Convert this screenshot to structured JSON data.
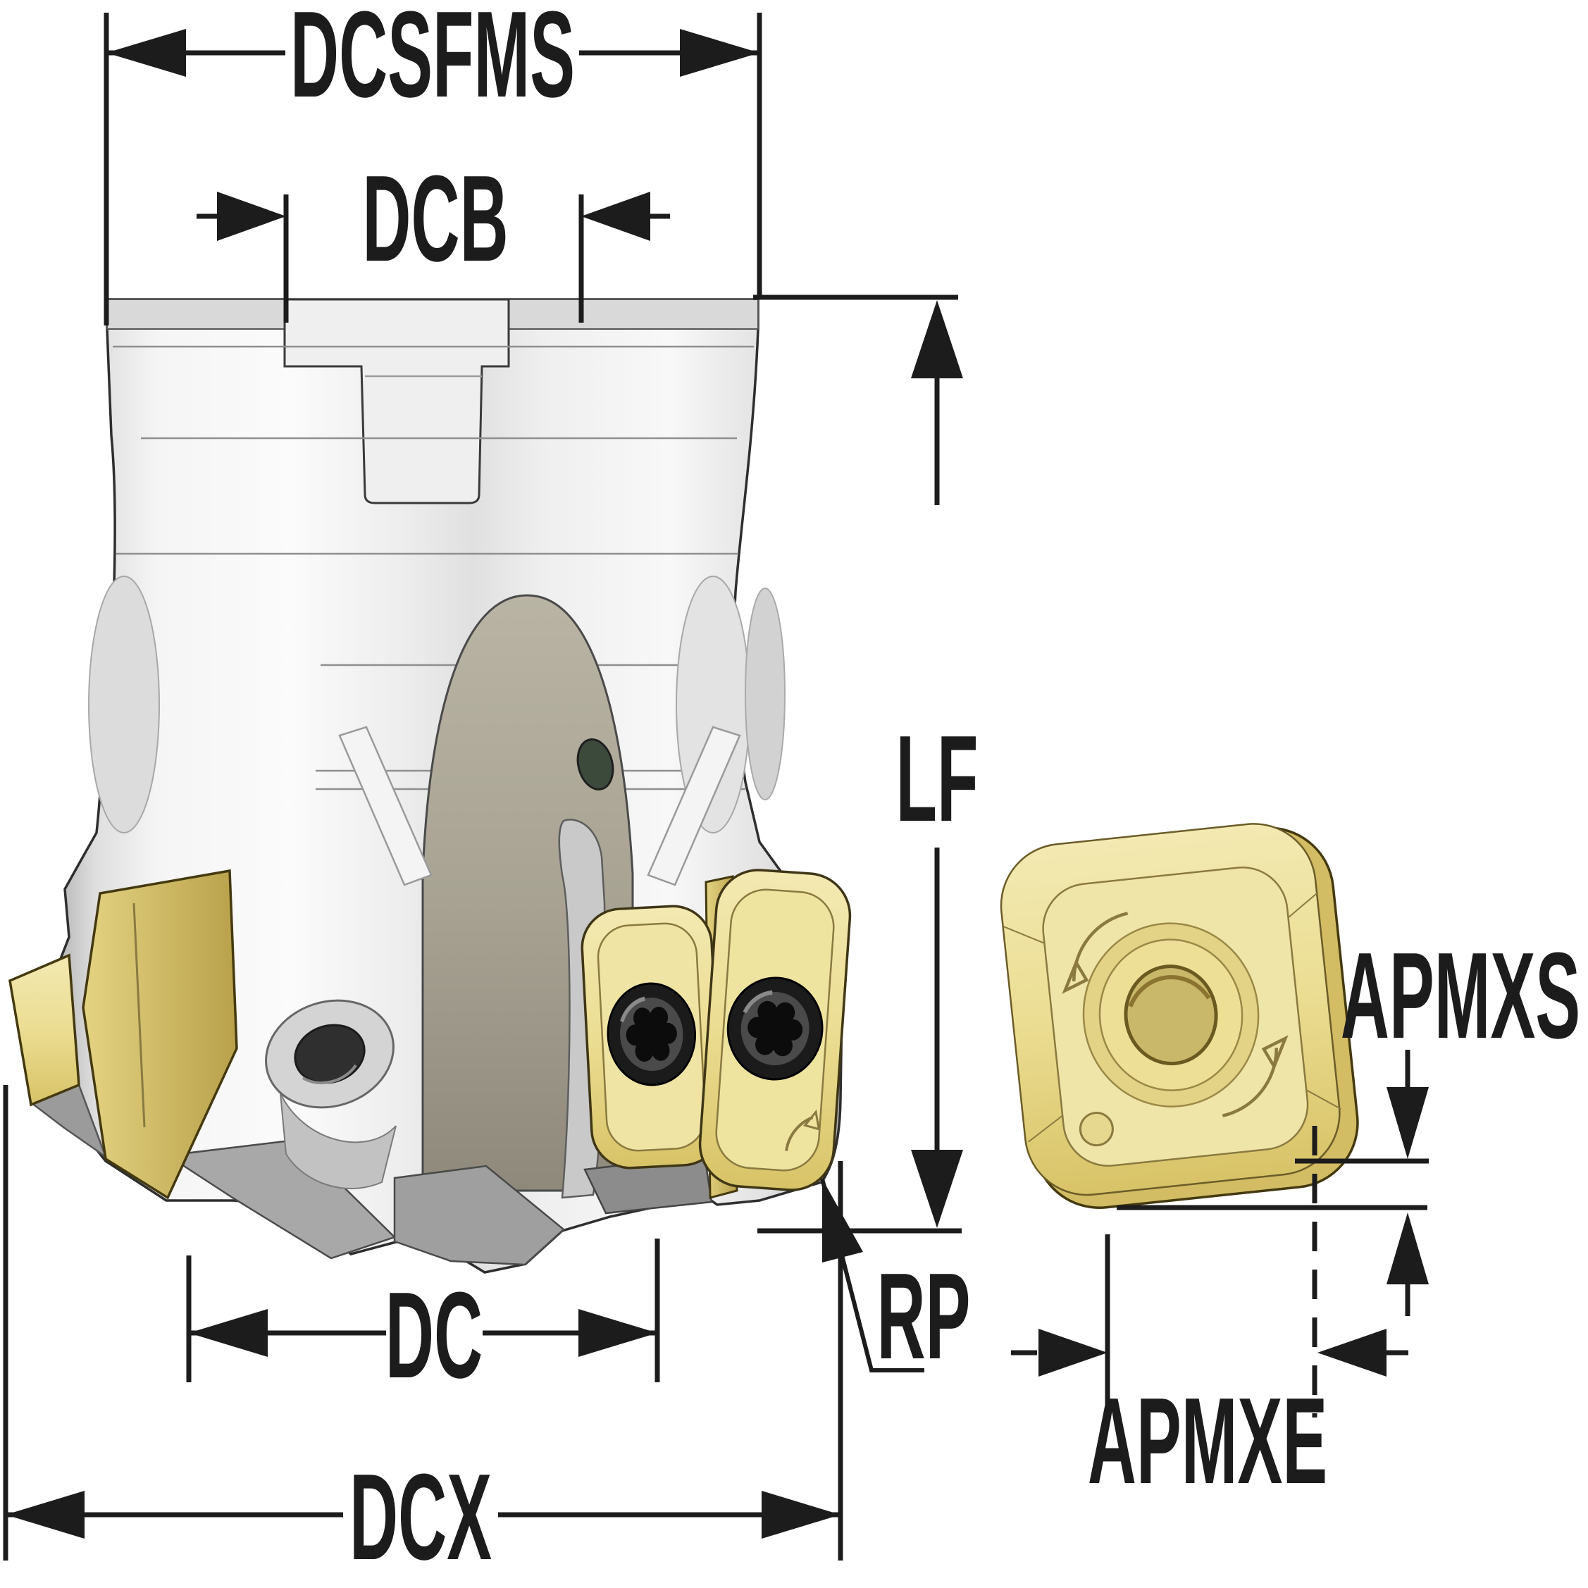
{
  "diagram": {
    "type": "technical-dimension-drawing",
    "subject": "indexable shoulder/face milling cutter with square carbide inserts and a separate insert detail view",
    "labels": {
      "dcsfms": "DCSFMS",
      "dcb": "DCB",
      "lf": "LF",
      "dc": "DC",
      "dcx": "DCX",
      "rp": "RP",
      "apmxs": "APMXS",
      "apmxe": "APMXE"
    },
    "colors": {
      "dimension_line": "#1c1c1c",
      "body_light": "#f4f4f4",
      "body_shadow": "#b5b5b5",
      "insert_gold": "#EBDD92",
      "insert_gold_dark": "#C9B263",
      "insert_outline": "#44390f",
      "screw_dark": "#1b1b1b",
      "background": "#ffffff"
    }
  }
}
